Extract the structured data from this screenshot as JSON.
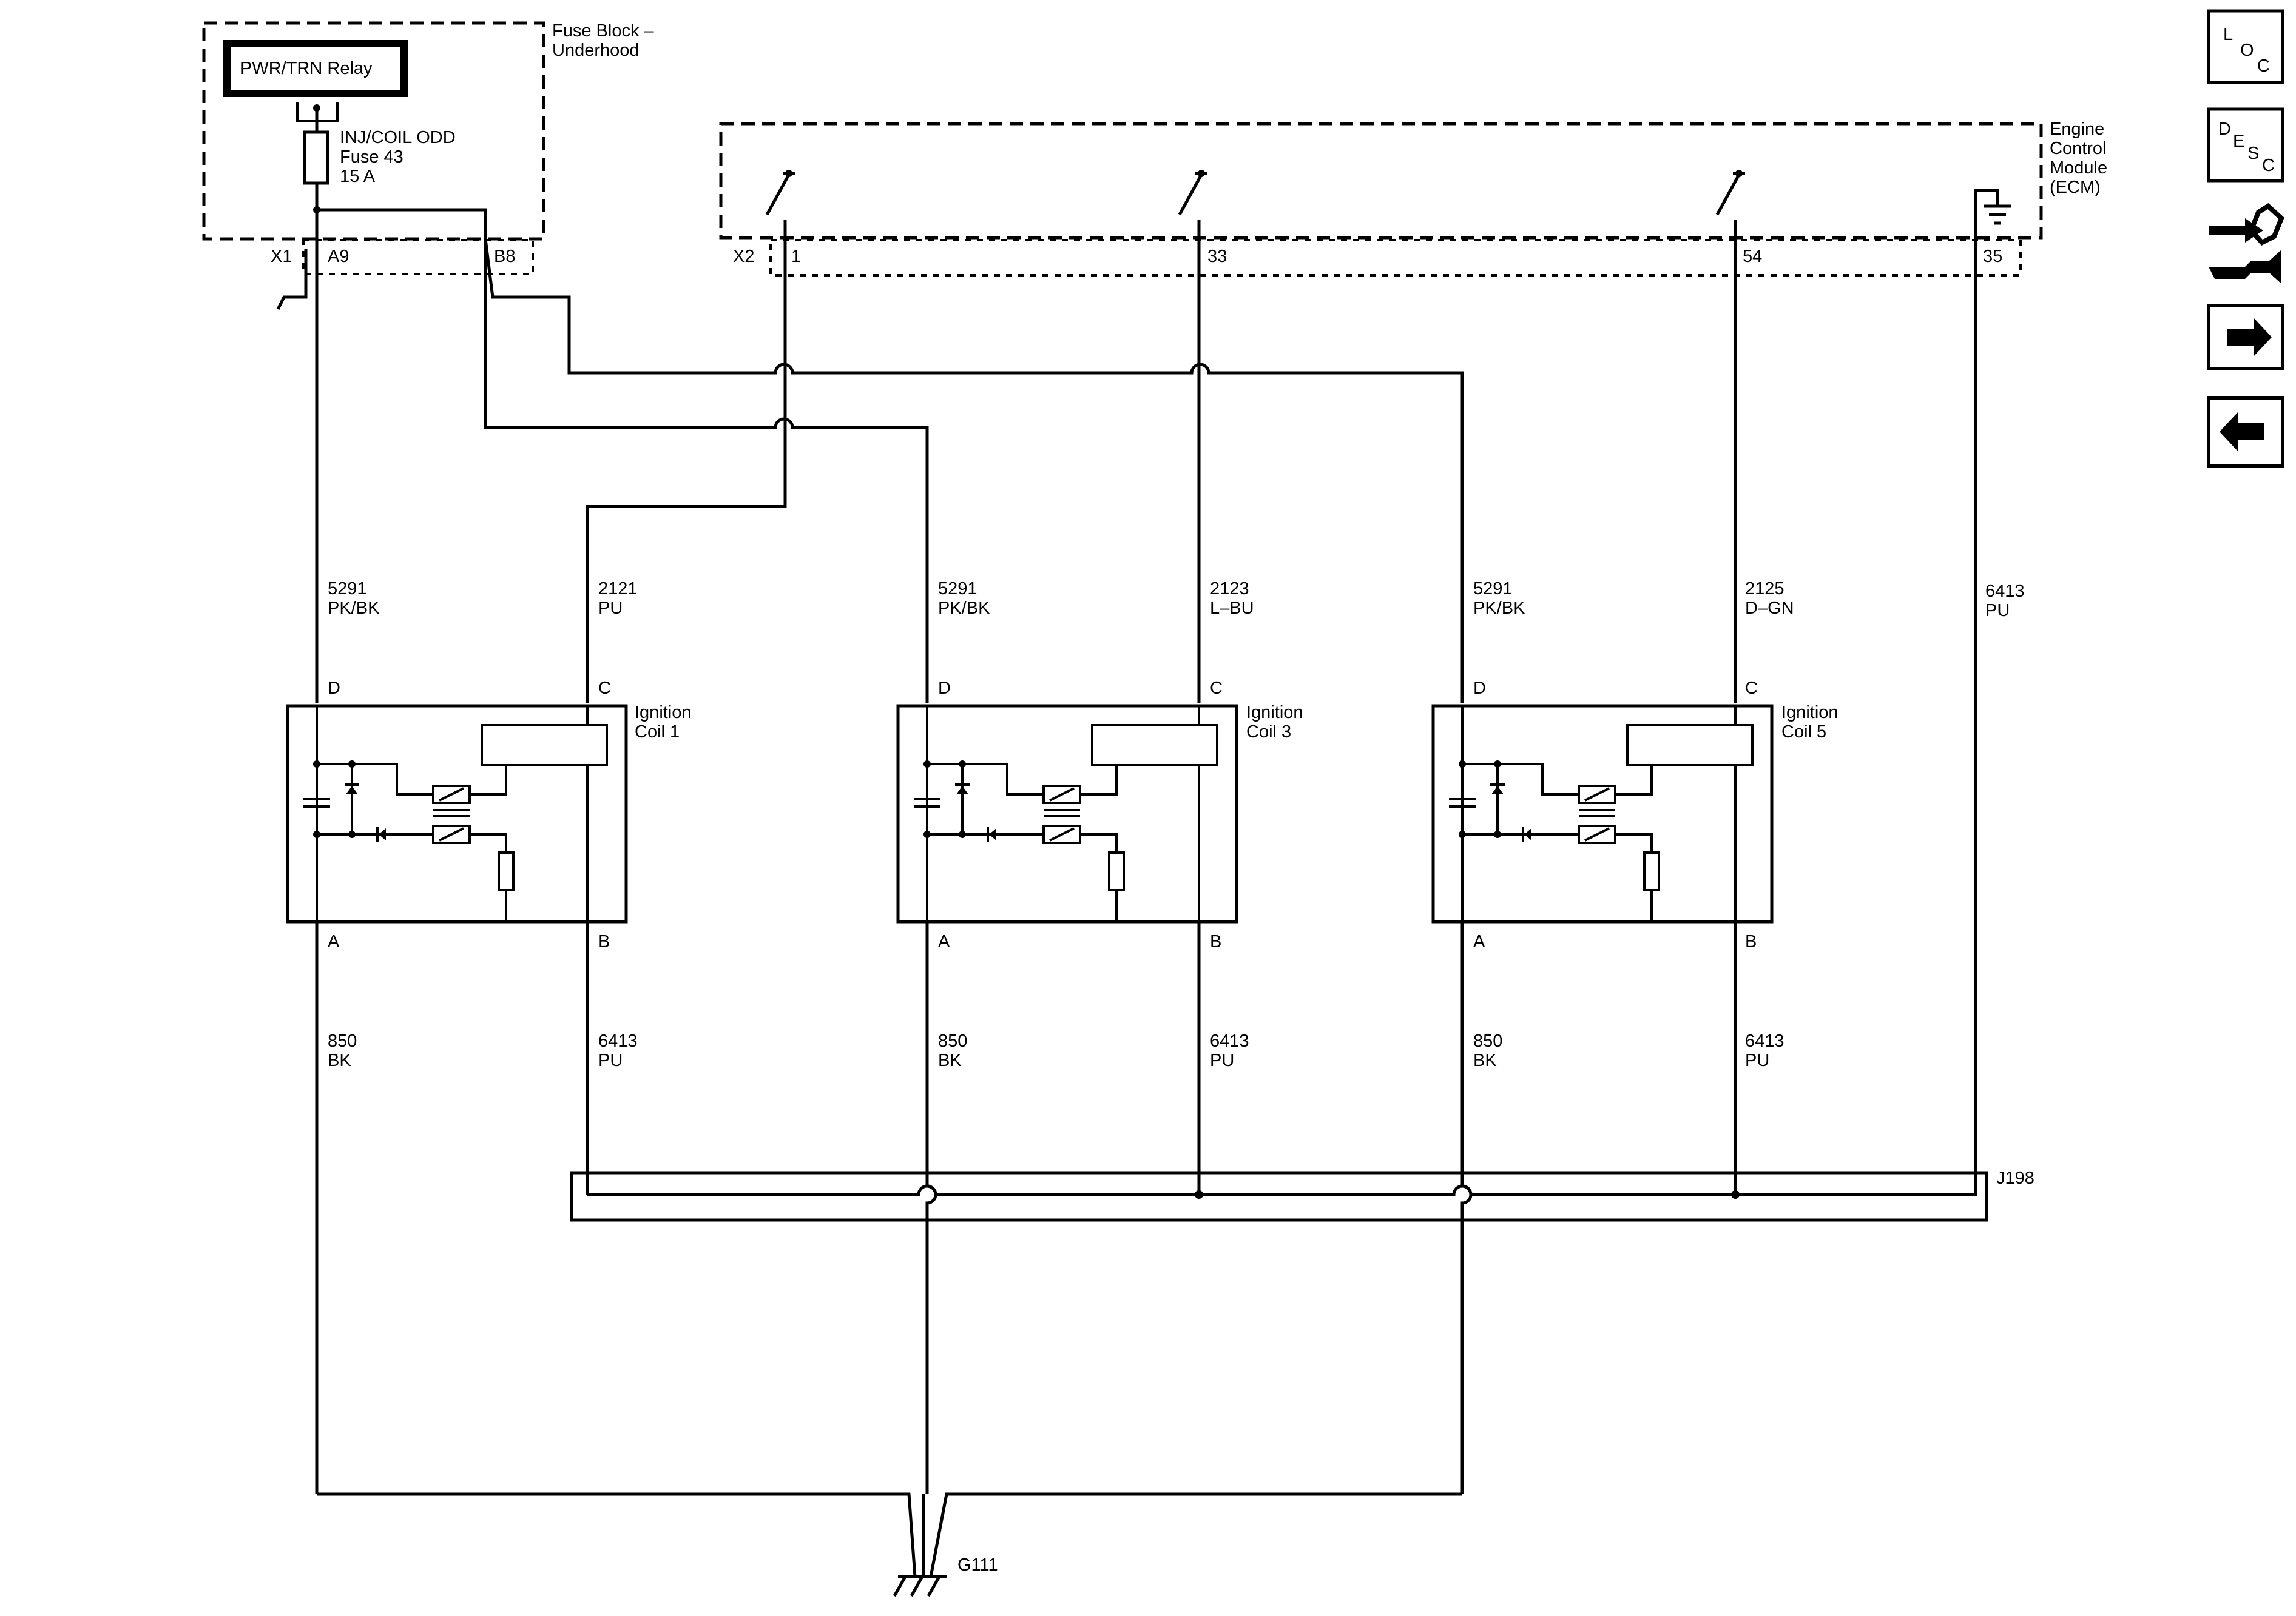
{
  "fuse_block": {
    "title_line1": "Fuse Block –",
    "title_line2": "Underhood",
    "relay": "PWR/TRN Relay",
    "fuse_line1": "INJ/COIL ODD",
    "fuse_line2": "Fuse 43",
    "fuse_line3": "15 A",
    "connector": "X1",
    "pin_a": "A9",
    "pin_b": "B8"
  },
  "ecm": {
    "title_line1": "Engine",
    "title_line2": "Control",
    "title_line3": "Module",
    "title_line4": "(ECM)",
    "connector": "X2",
    "pins": [
      "1",
      "33",
      "54",
      "35"
    ]
  },
  "coils": [
    {
      "name_line1": "Ignition",
      "name_line2": "Coil 1",
      "pin_d": "D",
      "pin_c": "C",
      "pin_a": "A",
      "pin_b": "B",
      "wire_d_num": "5291",
      "wire_d_color": "PK/BK",
      "wire_c_num": "2121",
      "wire_c_color": "PU",
      "wire_a_num": "850",
      "wire_a_color": "BK",
      "wire_b_num": "6413",
      "wire_b_color": "PU"
    },
    {
      "name_line1": "Ignition",
      "name_line2": "Coil 3",
      "pin_d": "D",
      "pin_c": "C",
      "pin_a": "A",
      "pin_b": "B",
      "wire_d_num": "5291",
      "wire_d_color": "PK/BK",
      "wire_c_num": "2123",
      "wire_c_color": "L–BU",
      "wire_a_num": "850",
      "wire_a_color": "BK",
      "wire_b_num": "6413",
      "wire_b_color": "PU"
    },
    {
      "name_line1": "Ignition",
      "name_line2": "Coil 5",
      "pin_d": "D",
      "pin_c": "C",
      "pin_a": "A",
      "pin_b": "B",
      "wire_d_num": "5291",
      "wire_d_color": "PK/BK",
      "wire_c_num": "2125",
      "wire_c_color": "D–GN",
      "wire_a_num": "850",
      "wire_a_color": "BK",
      "wire_b_num": "6413",
      "wire_b_color": "PU"
    }
  ],
  "ecm_ground_wire": {
    "num": "6413",
    "color": "PU"
  },
  "splice": "J198",
  "ground": "G111",
  "nav": {
    "loc": {
      "l1": "L",
      "l2": "O",
      "l3": "C"
    },
    "desc": {
      "l1": "D",
      "l2": "E",
      "l3": "S",
      "l4": "C"
    },
    "connector_icon": "connector-wrench-icon",
    "next_icon": "arrow-right-icon",
    "prev_icon": "arrow-left-icon"
  }
}
